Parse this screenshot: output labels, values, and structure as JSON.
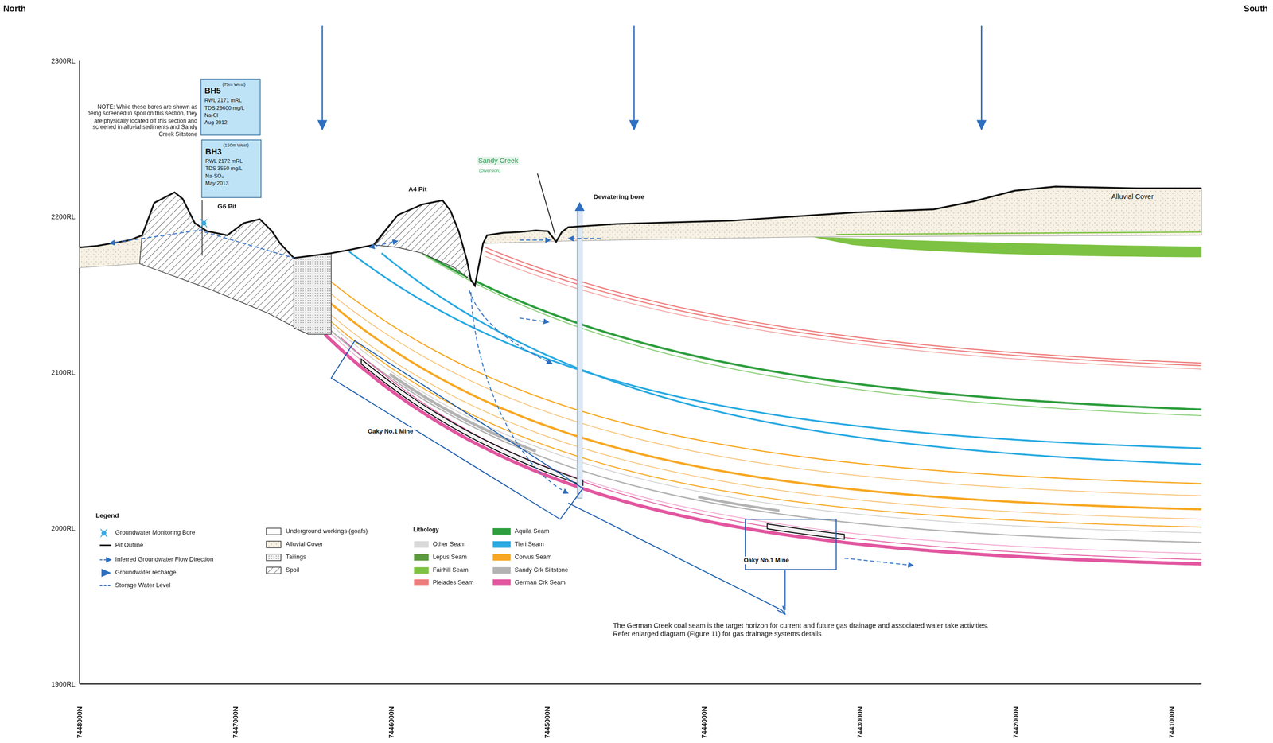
{
  "diagram": {
    "nodes": [
      {
        "text": [
          "BH5",
          "(75m West)",
          "RWL 2171 mRL",
          "TDS 29600 mg/L",
          "Na-Cl",
          "Aug 2012"
        ]
      },
      {
        "text": [
          "BH3",
          "(150m West)",
          "RWL 2172 mRL",
          "TDS 3550 mg/L",
          "Na-SO₄",
          "May 2013"
        ]
      }
    ],
    "labels": [
      "North",
      "South",
      "2300RL",
      "2200RL",
      "2100RL",
      "2000RL",
      "1900RL",
      "7448000N",
      "7447000N",
      "7446000N",
      "7445000N",
      "7444000N",
      "7443000N",
      "7442000N",
      "7441000N",
      "NOTE: While these bores are shown as being screened in spoil on this section, they are physically located off this section and screened in alluvial sediments and Sandy Creek Siltstone",
      "G6 Pit",
      "A4 Pit",
      "Sandy Creek",
      "(Diversion)",
      "Dewatering bore",
      "Alluvial Cover",
      "Oaky No.1 Mine",
      "Oaky No.1 Mine",
      "The German Creek coal seam is the target horizon for current and future gas drainage and associated water take activities. Refer enlarged diagram (Figure 11) for gas drainage systems details",
      "Legend",
      "Lithology"
    ],
    "legend": [
      {
        "text": "Groundwater Monitoring Bore"
      },
      {
        "text": "Pit Outline"
      },
      {
        "text": "Inferred Groundwater Flow Direction"
      },
      {
        "text": "Groundwater recharge"
      },
      {
        "text": "Storage Water Level"
      },
      {
        "text": "Underground workings (goafs)"
      },
      {
        "text": "Alluvial Cover"
      },
      {
        "text": "Tailings"
      },
      {
        "text": "Spoil"
      },
      {
        "text": "Other Seam",
        "color": "#d9d9d9"
      },
      {
        "text": "Lepus Seam",
        "color": "#5a9a3c"
      },
      {
        "text": "Fairhill Seam",
        "color": "#7dc242"
      },
      {
        "text": "Pleiades Seam",
        "color": "#ee7b7b"
      },
      {
        "text": "Aquila Seam",
        "color": "#2e9e3e"
      },
      {
        "text": "Tieri Seam",
        "color": "#29aae1"
      },
      {
        "text": "Corvus Seam",
        "color": "#f7a823"
      },
      {
        "text": "Sandy Crk Siltstone",
        "color": "#b3b3b3"
      },
      {
        "text": "German Crk Seam",
        "color": "#e2569f"
      }
    ]
  }
}
